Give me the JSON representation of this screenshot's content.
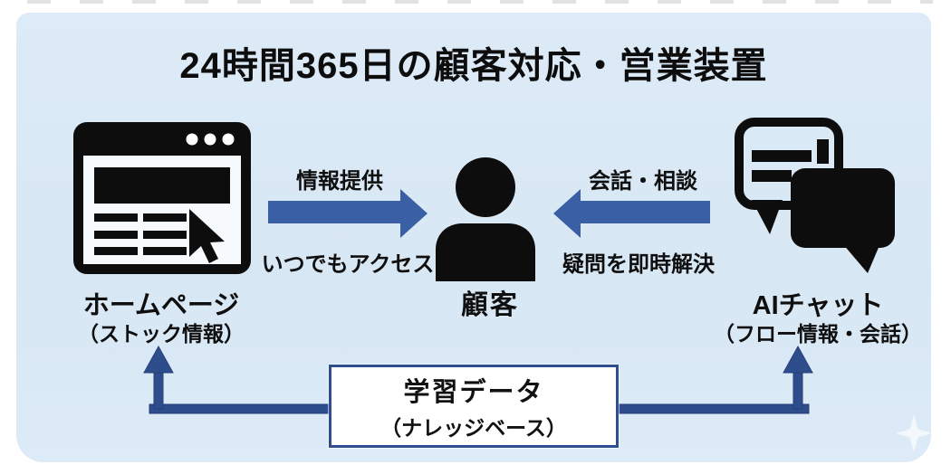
{
  "title": "24時間365日の顧客対応・営業装置",
  "nodes": {
    "homepage": {
      "icon": "browser-window-icon",
      "label": "ホームページ",
      "sublabel": "（ストック情報）"
    },
    "customer": {
      "icon": "person-icon",
      "label": "顧客"
    },
    "ai_chat": {
      "icon": "chat-bubbles-icon",
      "label": "AIチャット",
      "sublabel": "（フロー情報・会話）"
    }
  },
  "edges": {
    "homepage_to_customer": {
      "direction": "right",
      "label_top": "情報提供",
      "label_bottom": "いつでもアクセス"
    },
    "ai_chat_to_customer": {
      "direction": "left",
      "label_top": "会話・相談",
      "label_bottom": "疑問を即時解決"
    }
  },
  "knowledge_box": {
    "label": "学習データ",
    "sublabel": "（ナレッジベース）",
    "feeds": [
      "homepage",
      "ai_chat"
    ]
  },
  "colors": {
    "panel_bg": "#d9e8f5",
    "arrow_blue": "#3b5fa4",
    "connector_navy": "#2e4d8c",
    "icon_black": "#0d0d0d",
    "box_border": "#2f4e8f",
    "text": "#111111"
  },
  "decorations": {
    "sparkle": "sparkle-icon"
  }
}
